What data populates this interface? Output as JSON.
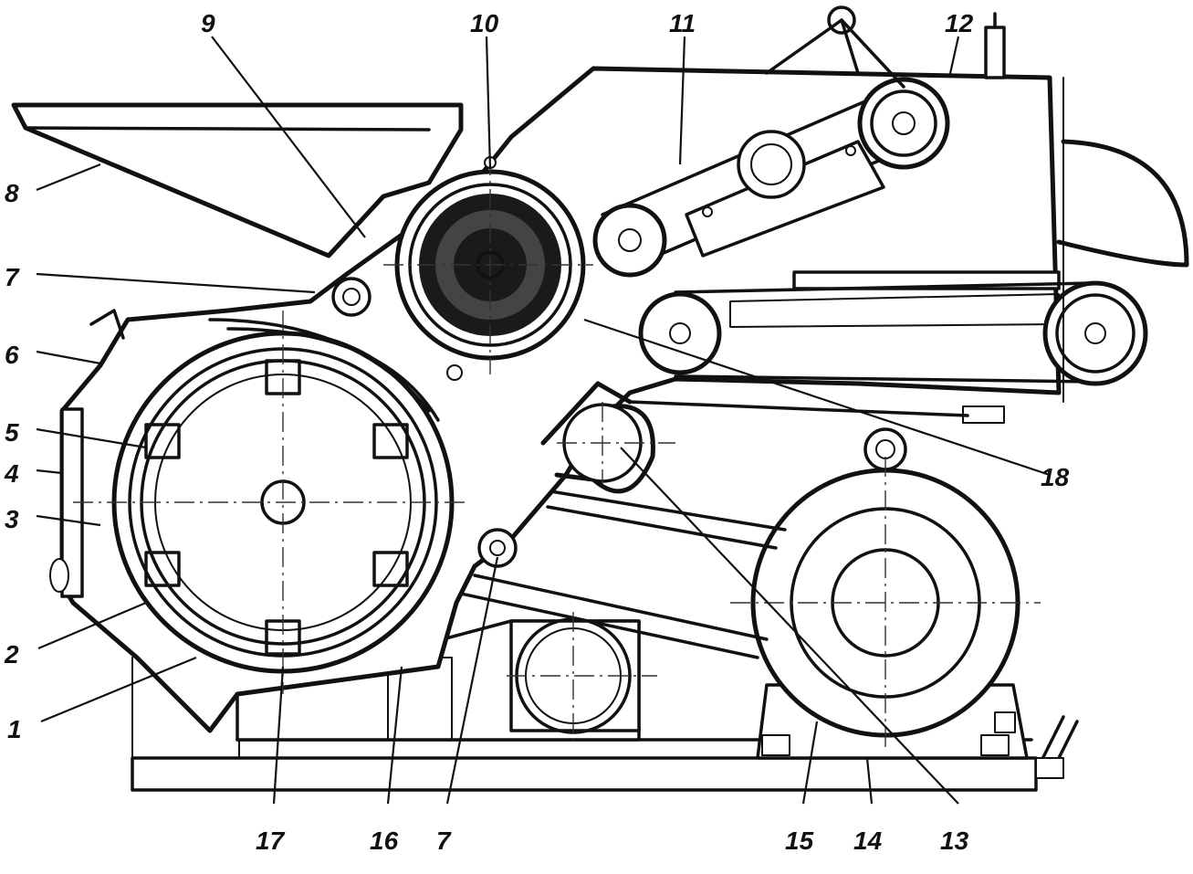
{
  "diagram": {
    "labels": [
      {
        "id": "1",
        "text": "1"
      },
      {
        "id": "2",
        "text": "2"
      },
      {
        "id": "3",
        "text": "3"
      },
      {
        "id": "4",
        "text": "4"
      },
      {
        "id": "5",
        "text": "5"
      },
      {
        "id": "6",
        "text": "6"
      },
      {
        "id": "7a",
        "text": "7"
      },
      {
        "id": "8",
        "text": "8"
      },
      {
        "id": "9",
        "text": "9"
      },
      {
        "id": "10",
        "text": "10"
      },
      {
        "id": "11",
        "text": "11"
      },
      {
        "id": "12",
        "text": "12"
      },
      {
        "id": "13",
        "text": "13"
      },
      {
        "id": "14",
        "text": "14"
      },
      {
        "id": "15",
        "text": "15"
      },
      {
        "id": "16",
        "text": "16"
      },
      {
        "id": "7b",
        "text": "7"
      },
      {
        "id": "17",
        "text": "17"
      },
      {
        "id": "18",
        "text": "18"
      }
    ]
  }
}
